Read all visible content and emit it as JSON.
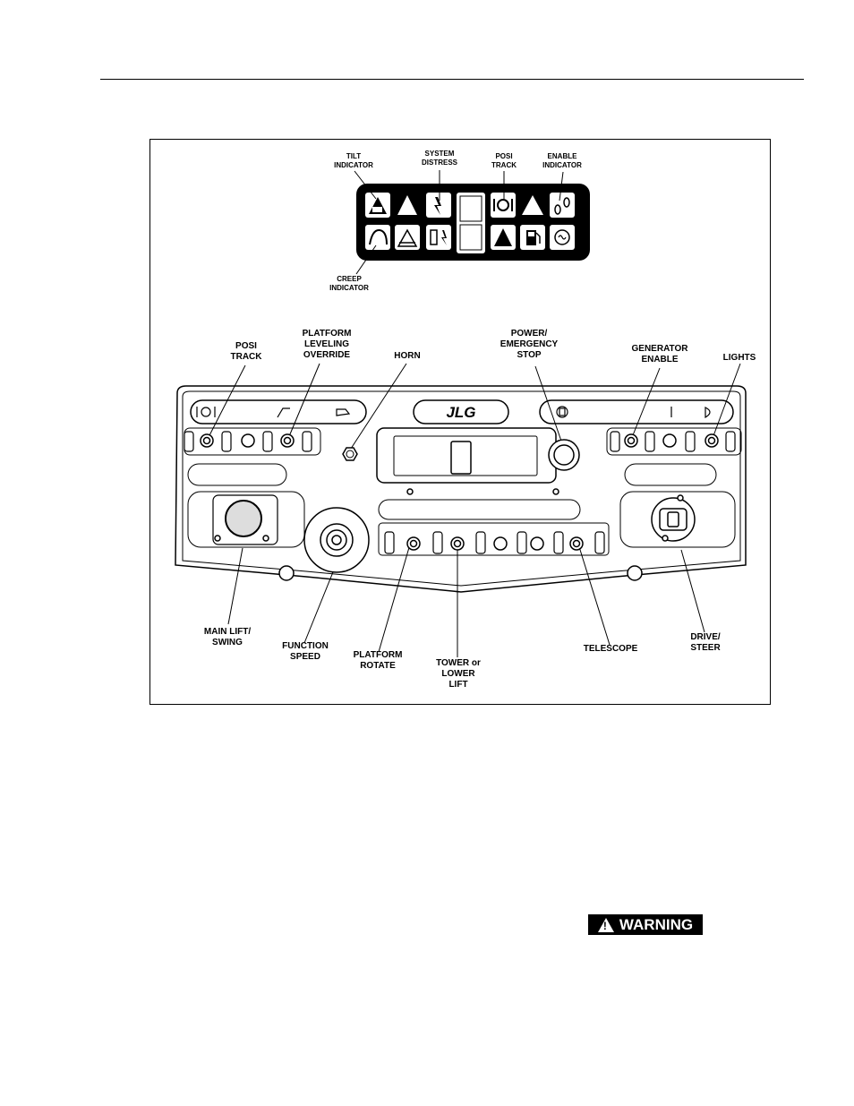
{
  "indicator_labels": {
    "tilt": "TILT\nINDICATOR",
    "system_distress": "SYSTEM\nDISTRESS",
    "posi_track": "POSI\nTRACK",
    "enable": "ENABLE\nINDICATOR",
    "creep": "CREEP\nINDICATOR"
  },
  "panel_labels": {
    "posi_track": "POSI\nTRACK",
    "platform_leveling": "PLATFORM\nLEVELING\nOVERRIDE",
    "horn": "HORN",
    "power_stop": "POWER/\nEMERGENCY\nSTOP",
    "generator": "GENERATOR\nENABLE",
    "lights": "LIGHTS",
    "main_lift": "MAIN LIFT/\nSWING",
    "function_speed": "FUNCTION\nSPEED",
    "platform_rotate": "PLATFORM\nROTATE",
    "tower_lift": "TOWER or\nLOWER\nLIFT",
    "telescope": "TELESCOPE",
    "drive_steer": "DRIVE/\nSTEER"
  },
  "logo_text": "JLG",
  "warning_text": "WARNING",
  "icons": [
    "tilt-icon",
    "warning-icon",
    "distress-icon",
    "posi-track-icon",
    "enable-icon",
    "creep-icon",
    "fuel-icon",
    "horn-icon",
    "lights-icon",
    "generator-icon"
  ]
}
